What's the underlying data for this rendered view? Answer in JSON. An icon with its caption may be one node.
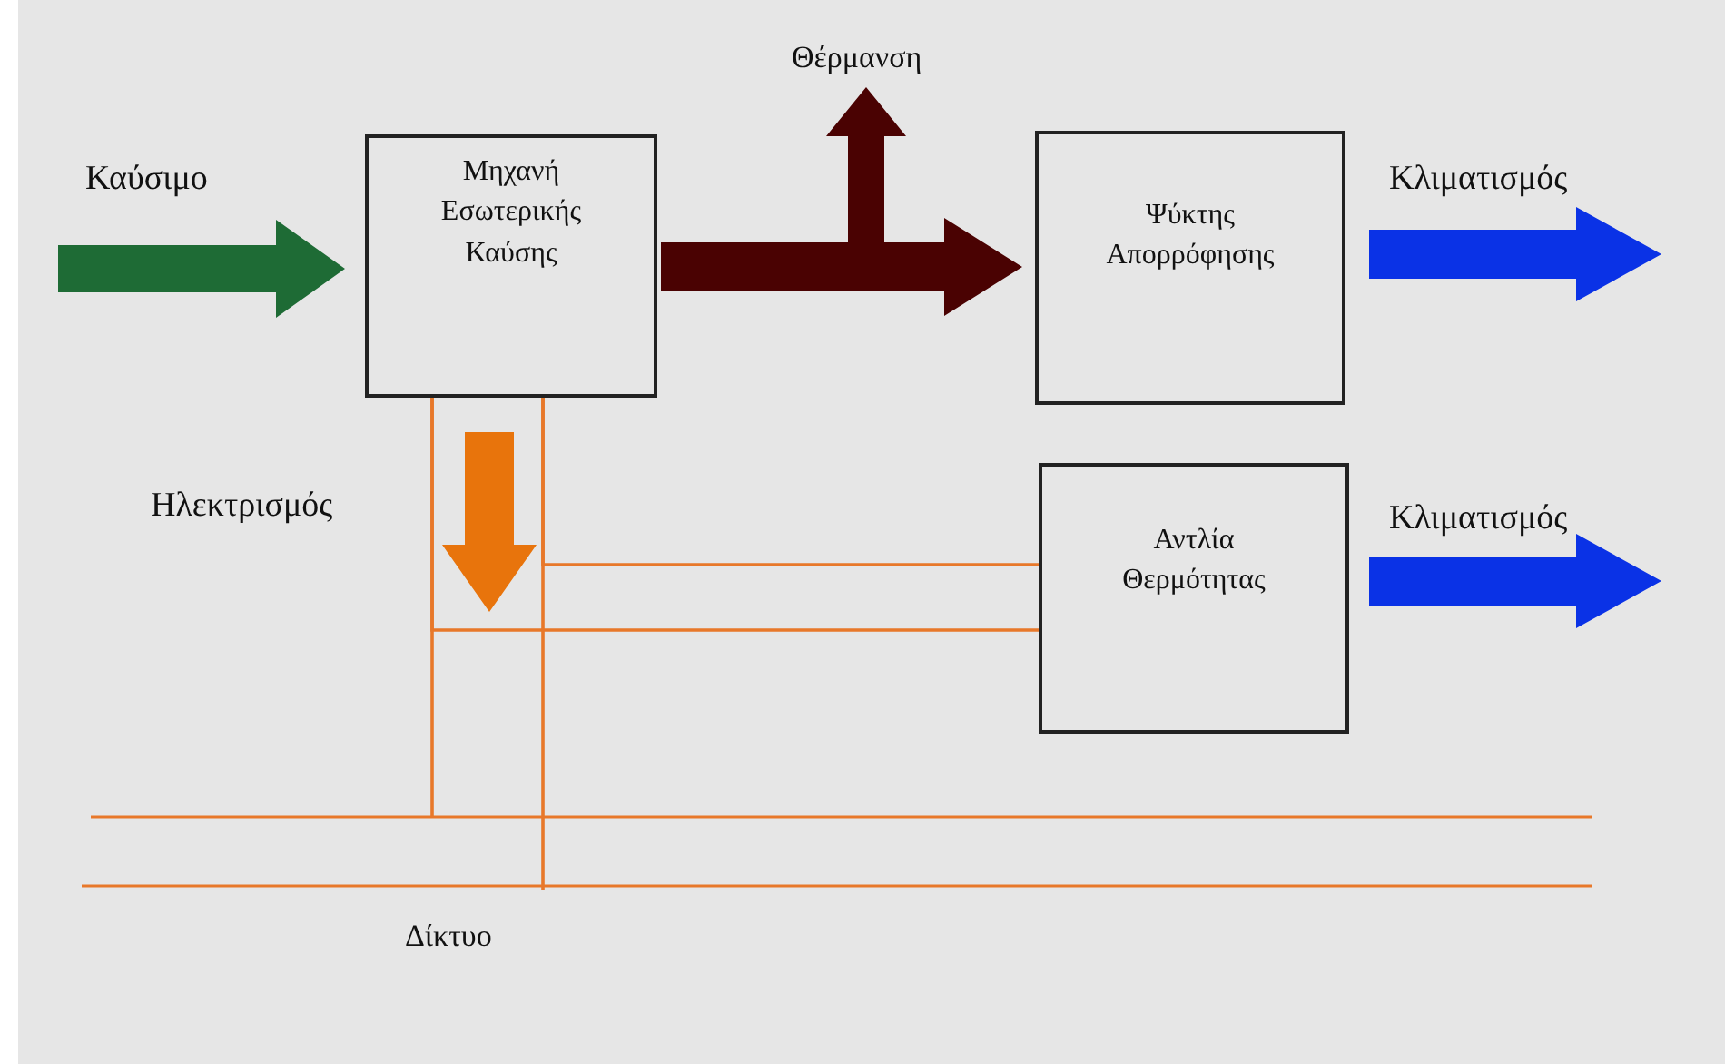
{
  "diagram": {
    "nodes": [
      {
        "text": [
          "Μηχανή Εσωτερικής Καύσης"
        ]
      },
      {
        "text": [
          "Ψύκτης Απορρόφησης"
        ]
      },
      {
        "text": [
          "Αντλία Θερμότητας"
        ]
      },
      {
        "text": [
          "Δίκτυο"
        ]
      }
    ],
    "edges": [
      {
        "from": null,
        "to": 0,
        "arrow": "to",
        "label": "Καύσιμο",
        "style": "thick",
        "color": "#1e6b35"
      },
      {
        "from": 0,
        "to": 1,
        "arrow": "to",
        "style": "thick",
        "color": "#4a0202"
      },
      {
        "from": 0,
        "to": null,
        "arrow": "to",
        "label": "Θέρμανση",
        "style": "thick",
        "color": "#4a0202"
      },
      {
        "from": 0,
        "to": null,
        "arrow": "to",
        "label": "Ηλεκτρισμός",
        "style": "thick",
        "color": "#e8740c"
      },
      {
        "from": 1,
        "to": null,
        "arrow": "to",
        "label": "Κλιματισμός",
        "style": "thick",
        "color": "#0a32e6"
      },
      {
        "from": 2,
        "to": null,
        "arrow": "to",
        "label": "Κλιματισμός",
        "style": "thick",
        "color": "#0a32e6"
      },
      {
        "from": 0,
        "to": 2,
        "arrow": "none",
        "color": "#e8782a"
      },
      {
        "from": 0,
        "to": 2,
        "arrow": "none",
        "color": "#e8782a"
      },
      {
        "from": 0,
        "to": 3,
        "arrow": "none",
        "color": "#e8782a"
      },
      {
        "from": 0,
        "to": 3,
        "arrow": "none",
        "color": "#e8782a"
      }
    ]
  }
}
